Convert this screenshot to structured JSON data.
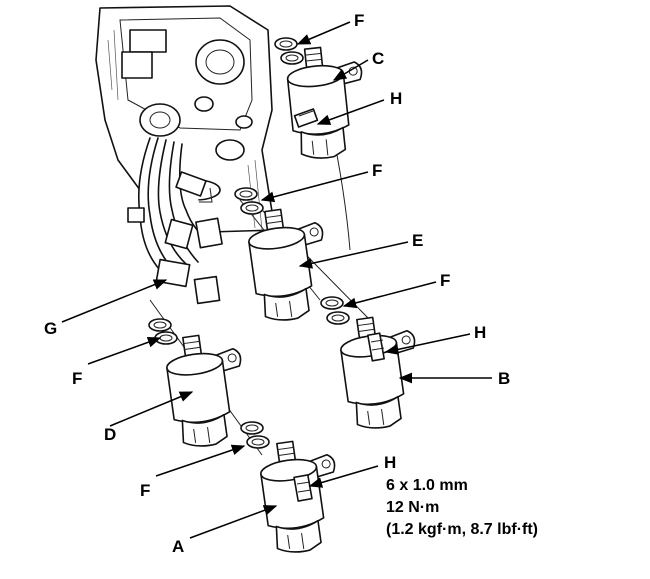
{
  "labels": {
    "A": "A",
    "B": "B",
    "C": "C",
    "D": "D",
    "E": "E",
    "F": "F",
    "G": "G",
    "H": "H"
  },
  "spec": {
    "bolt_size": "6 x 1.0 mm",
    "torque_nm": "12 N·m",
    "torque_alt": "(1.2 kgf·m, 8.7 lbf·ft)"
  }
}
